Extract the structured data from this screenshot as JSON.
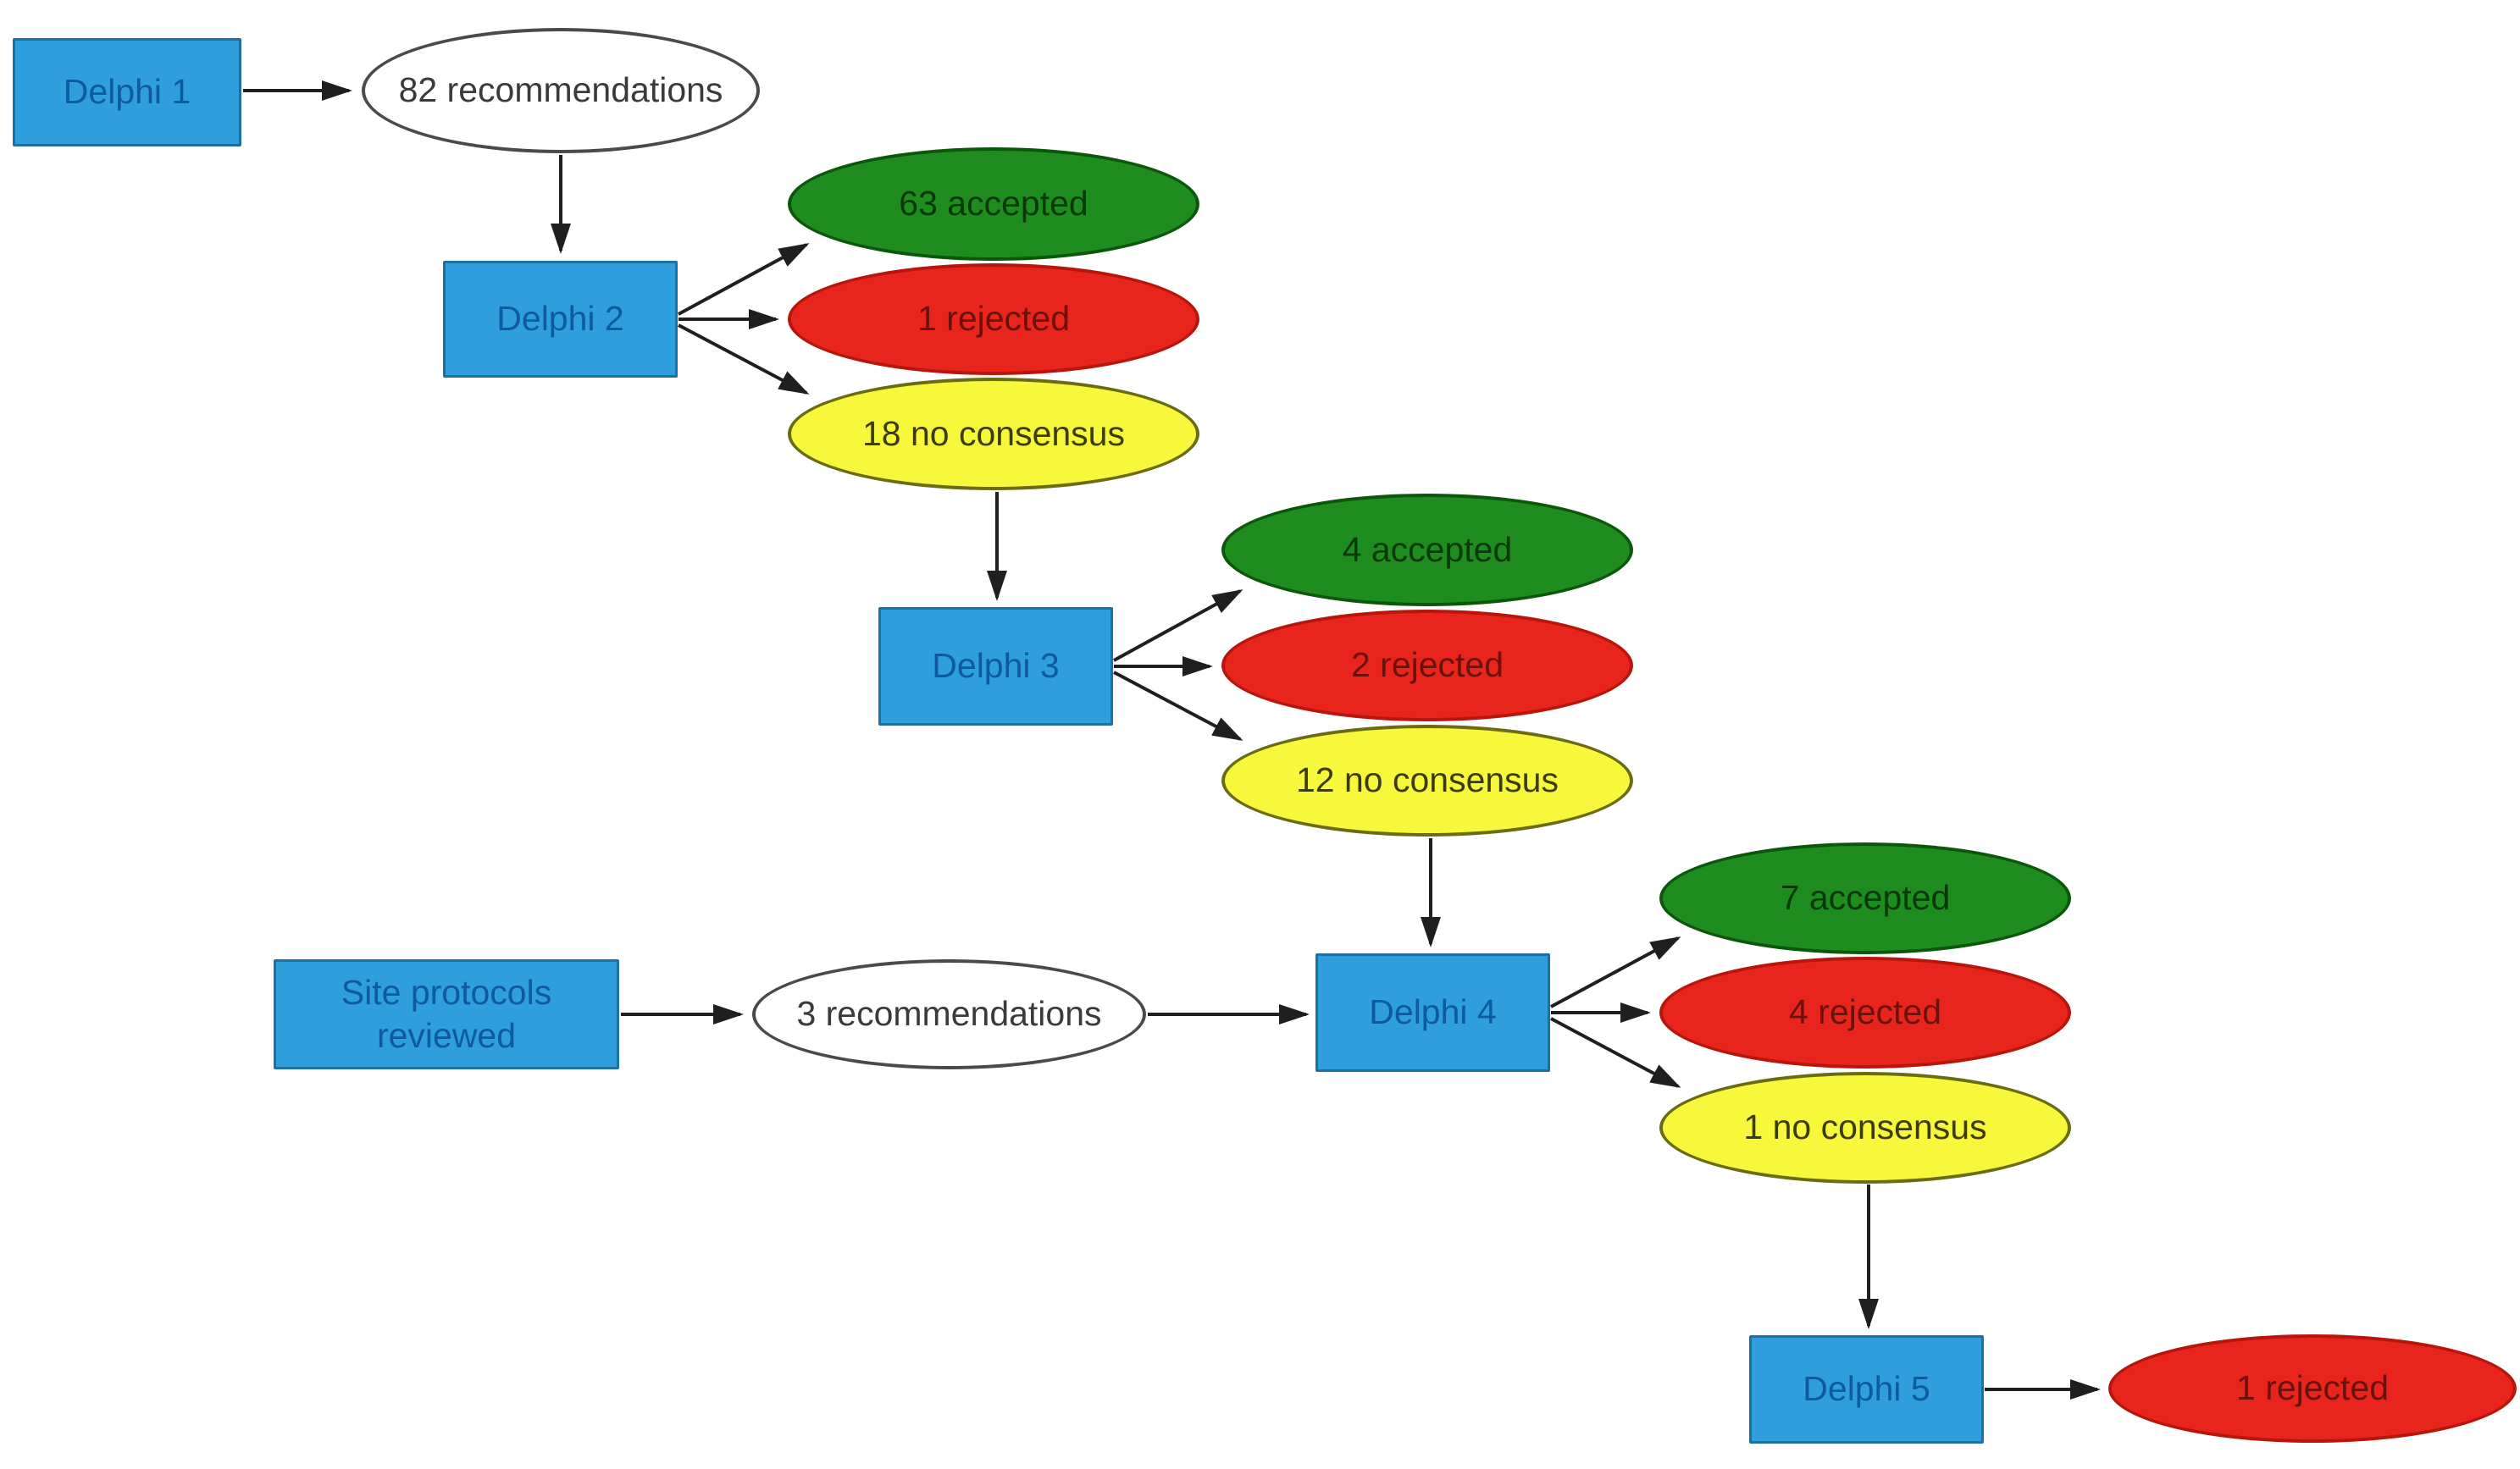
{
  "diagram": {
    "title": "Delphi consensus process flowchart",
    "colors": {
      "process_fill": "#2E9FDC",
      "process_border": "#1C70A6",
      "process_text": "#0D5A9E",
      "count_fill": "#FFFFFF",
      "count_border": "#4A4A4A",
      "count_text": "#3A3A3A",
      "accepted_fill": "#1E8C1E",
      "accepted_border": "#0C570C",
      "accepted_text": "#093909",
      "rejected_fill": "#E8251C",
      "rejected_border": "#B8150C",
      "rejected_text": "#6B100B",
      "no_consensus_fill": "#F7F73C",
      "no_consensus_border": "#6B6B14",
      "no_consensus_text": "#3C3C0A",
      "arrow": "#1f1f1f"
    },
    "nodes": [
      {
        "id": "delphi-1",
        "label": "Delphi 1",
        "shape": "rectangle",
        "category": "process"
      },
      {
        "id": "82-recommendations",
        "label": "82 recommendations",
        "shape": "ellipse",
        "category": "count"
      },
      {
        "id": "delphi-2",
        "label": "Delphi 2",
        "shape": "rectangle",
        "category": "process"
      },
      {
        "id": "63-accepted",
        "label": "63 accepted",
        "shape": "ellipse",
        "category": "accepted"
      },
      {
        "id": "1-rejected",
        "label": "1 rejected",
        "shape": "ellipse",
        "category": "rejected"
      },
      {
        "id": "18-no-consensus",
        "label": "18 no consensus",
        "shape": "ellipse",
        "category": "no-consensus"
      },
      {
        "id": "delphi-3",
        "label": "Delphi 3",
        "shape": "rectangle",
        "category": "process"
      },
      {
        "id": "4-accepted",
        "label": "4 accepted",
        "shape": "ellipse",
        "category": "accepted"
      },
      {
        "id": "2-rejected",
        "label": "2 rejected",
        "shape": "ellipse",
        "category": "rejected"
      },
      {
        "id": "12-no-consensus",
        "label": "12 no consensus",
        "shape": "ellipse",
        "category": "no-consensus"
      },
      {
        "id": "site-protocols-reviewed",
        "label": "Site protocols reviewed",
        "shape": "rectangle",
        "category": "process"
      },
      {
        "id": "3-recommendations",
        "label": "3 recommendations",
        "shape": "ellipse",
        "category": "count"
      },
      {
        "id": "delphi-4",
        "label": "Delphi 4",
        "shape": "rectangle",
        "category": "process"
      },
      {
        "id": "7-accepted",
        "label": "7 accepted",
        "shape": "ellipse",
        "category": "accepted"
      },
      {
        "id": "4-rejected",
        "label": "4 rejected",
        "shape": "ellipse",
        "category": "rejected"
      },
      {
        "id": "1-no-consensus",
        "label": "1 no consensus",
        "shape": "ellipse",
        "category": "no-consensus"
      },
      {
        "id": "delphi-5",
        "label": "Delphi 5",
        "shape": "rectangle",
        "category": "process"
      },
      {
        "id": "1-rejected-final",
        "label": "1 rejected",
        "shape": "ellipse",
        "category": "rejected"
      }
    ],
    "edges": [
      {
        "from": "delphi-1",
        "to": "82-recommendations"
      },
      {
        "from": "82-recommendations",
        "to": "delphi-2"
      },
      {
        "from": "delphi-2",
        "to": "63-accepted"
      },
      {
        "from": "delphi-2",
        "to": "1-rejected"
      },
      {
        "from": "delphi-2",
        "to": "18-no-consensus"
      },
      {
        "from": "18-no-consensus",
        "to": "delphi-3"
      },
      {
        "from": "delphi-3",
        "to": "4-accepted"
      },
      {
        "from": "delphi-3",
        "to": "2-rejected"
      },
      {
        "from": "delphi-3",
        "to": "12-no-consensus"
      },
      {
        "from": "12-no-consensus",
        "to": "delphi-4"
      },
      {
        "from": "site-protocols-reviewed",
        "to": "3-recommendations"
      },
      {
        "from": "3-recommendations",
        "to": "delphi-4"
      },
      {
        "from": "delphi-4",
        "to": "7-accepted"
      },
      {
        "from": "delphi-4",
        "to": "4-rejected"
      },
      {
        "from": "delphi-4",
        "to": "1-no-consensus"
      },
      {
        "from": "1-no-consensus",
        "to": "delphi-5"
      },
      {
        "from": "delphi-5",
        "to": "1-rejected-final"
      }
    ]
  }
}
